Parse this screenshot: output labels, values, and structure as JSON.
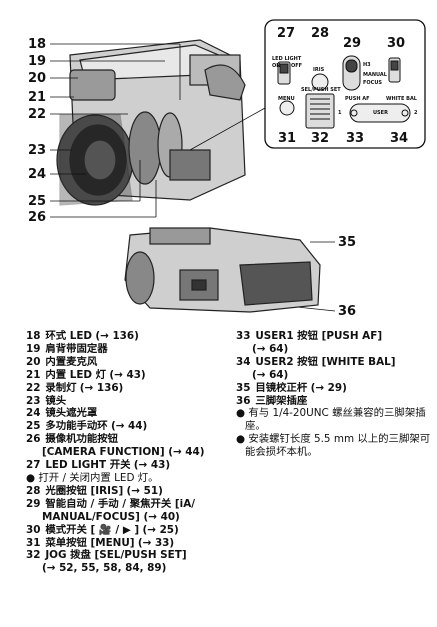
{
  "figure": {
    "callouts_left": [
      "18",
      "19",
      "20",
      "21",
      "22",
      "23",
      "24",
      "25",
      "26"
    ],
    "callouts_right": [
      "35",
      "36"
    ],
    "inset": {
      "numbers_top": [
        "27",
        "28",
        "29",
        "30"
      ],
      "numbers_bottom": [
        "31",
        "32",
        "33",
        "34"
      ],
      "labels": {
        "led_light": "LED LIGHT",
        "on": "ON",
        "off": "OFF",
        "iris": "IRIS",
        "menu": "MENU",
        "sel_push_set": "SEL/PUSH SET",
        "h3": "H3",
        "manual": "MANUAL",
        "focus": "FOCUS",
        "push_af": "PUSH AF",
        "white_bal": "WHITE BAL",
        "user": "USER",
        "one": "1",
        "two": "2"
      }
    }
  },
  "items_left": [
    {
      "num": "18",
      "text": "环式 LED",
      "ref": "(→ 136)"
    },
    {
      "num": "19",
      "text": "肩背带固定器"
    },
    {
      "num": "20",
      "text": "内置麦克风"
    },
    {
      "num": "21",
      "text": "内置 LED 灯",
      "ref": "(→ 43)"
    },
    {
      "num": "22",
      "text": "录制灯",
      "ref": "(→ 136)"
    },
    {
      "num": "23",
      "text": "镜头"
    },
    {
      "num": "24",
      "text": "镜头遮光罩"
    },
    {
      "num": "25",
      "text": "多功能手动环",
      "ref": "(→ 44)"
    },
    {
      "num": "26",
      "text": "摄像机功能按钮",
      "cont": "[CAMERA FUNCTION]",
      "cont_ref": "(→ 44)"
    },
    {
      "num": "27",
      "text": "LED LIGHT 开关",
      "ref": "(→ 43)"
    },
    {
      "bullet": "● 打开 / 关闭内置 LED 灯。"
    },
    {
      "num": "28",
      "text": "光圈按钮 [IRIS]",
      "ref": "(→ 51)"
    },
    {
      "num": "29",
      "text": "智能自动 / 手动 / 聚焦开关 [iA/",
      "cont": "MANUAL/FOCUS]",
      "cont_ref": "(→ 40)"
    },
    {
      "num": "30",
      "text": "模式开关 [ 🎥 / ▶ ]",
      "ref": "(→ 25)"
    },
    {
      "num": "31",
      "text": "菜单按钮 [MENU]",
      "ref": "(→ 33)"
    },
    {
      "num": "32",
      "text": "JOG 拨盘 [SEL/PUSH SET]",
      "cont_ref": "(→ 52, 55, 58, 84, 89)"
    }
  ],
  "items_right": [
    {
      "num": "33",
      "text": "USER1 按钮 [PUSH AF]",
      "cont_ref": "(→ 64)"
    },
    {
      "num": "34",
      "text": "USER2 按钮 [WHITE BAL]",
      "cont_ref": "(→ 64)"
    },
    {
      "num": "35",
      "text": "目镜校正杆",
      "ref": "(→ 29)"
    },
    {
      "num": "36",
      "text": "三脚架插座"
    },
    {
      "bullet": "● 有与 1/4-20UNC 螺丝兼容的三脚架插座。"
    },
    {
      "bullet": "● 安装螺钉长度 5.5 mm 以上的三脚架可能会损坏本机。"
    }
  ]
}
